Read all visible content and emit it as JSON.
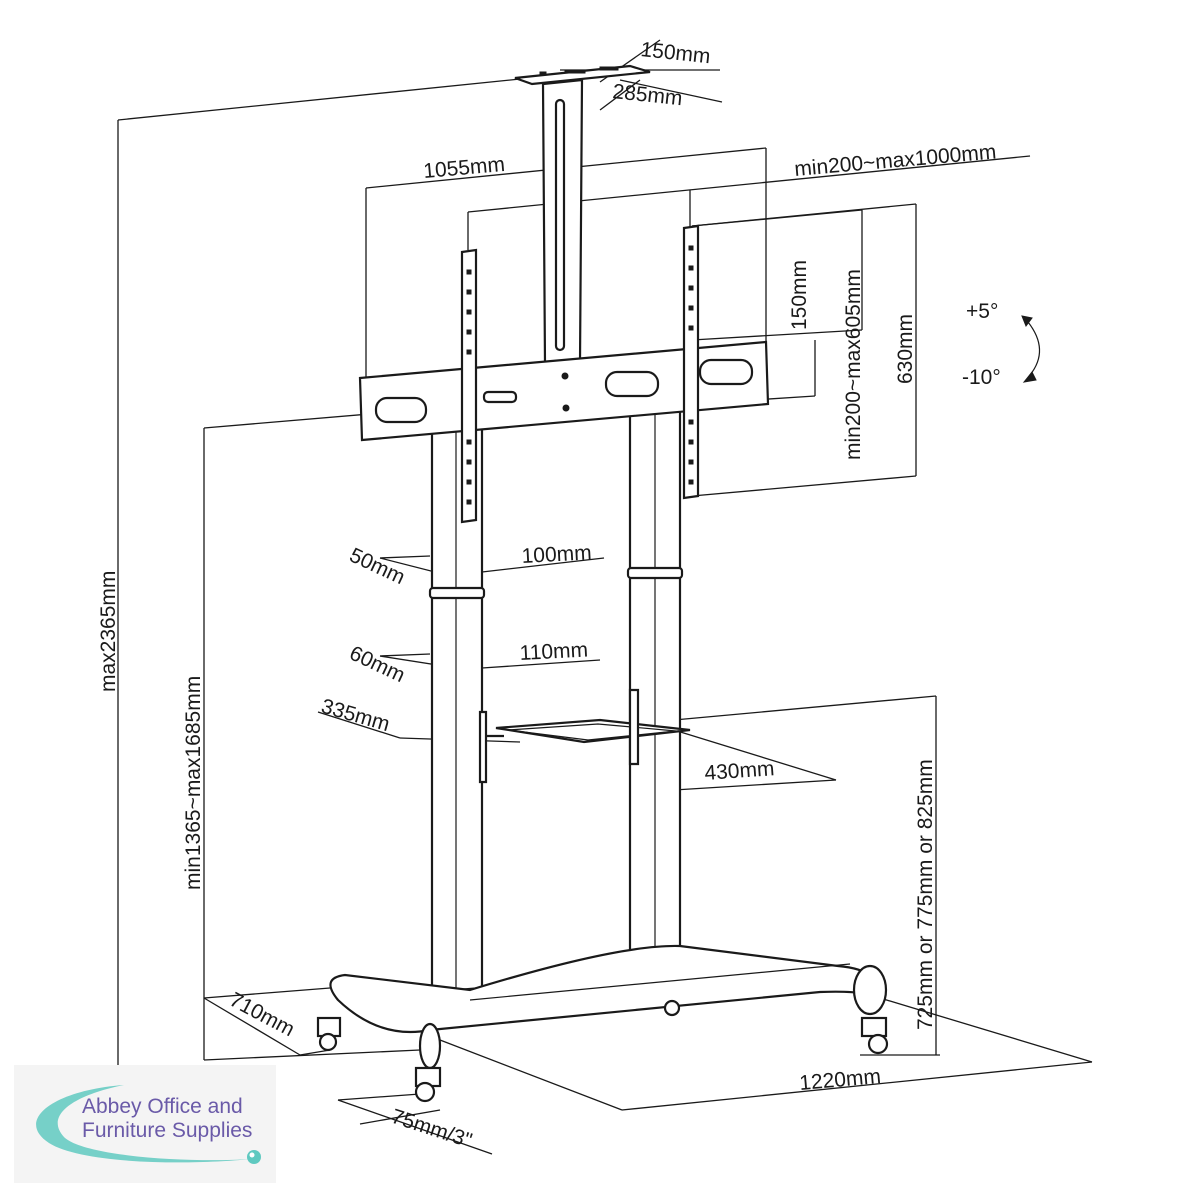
{
  "dimensions": {
    "top_plate_width": "150mm",
    "top_plate_depth": "285mm",
    "bracket_width": "1055mm",
    "vesa_horizontal": "min200~max1000mm",
    "vesa_step": "150mm",
    "vesa_vertical": "min200~max605mm",
    "bracket_height": "630mm",
    "tilt_up": "+5°",
    "tilt_down": "-10°",
    "max_height": "max2365mm",
    "column_depth_upper": "50mm",
    "column_width_upper": "100mm",
    "column_depth_lower": "60mm",
    "column_width_lower": "110mm",
    "shelf_depth": "335mm",
    "shelf_width": "430mm",
    "mount_height_range": "min1365~max1685mm",
    "shelf_height_options": "725mm or 775mm or 825mm",
    "base_depth": "710mm",
    "base_width": "1220mm",
    "caster_size": "75mm/3\""
  },
  "logo": {
    "line1": "Abbey Office and",
    "line2": "Furniture Supplies"
  },
  "colors": {
    "line": "#1a1a1a",
    "logo_text": "#6a5aa8",
    "logo_swoosh": "#5fc9c0"
  }
}
